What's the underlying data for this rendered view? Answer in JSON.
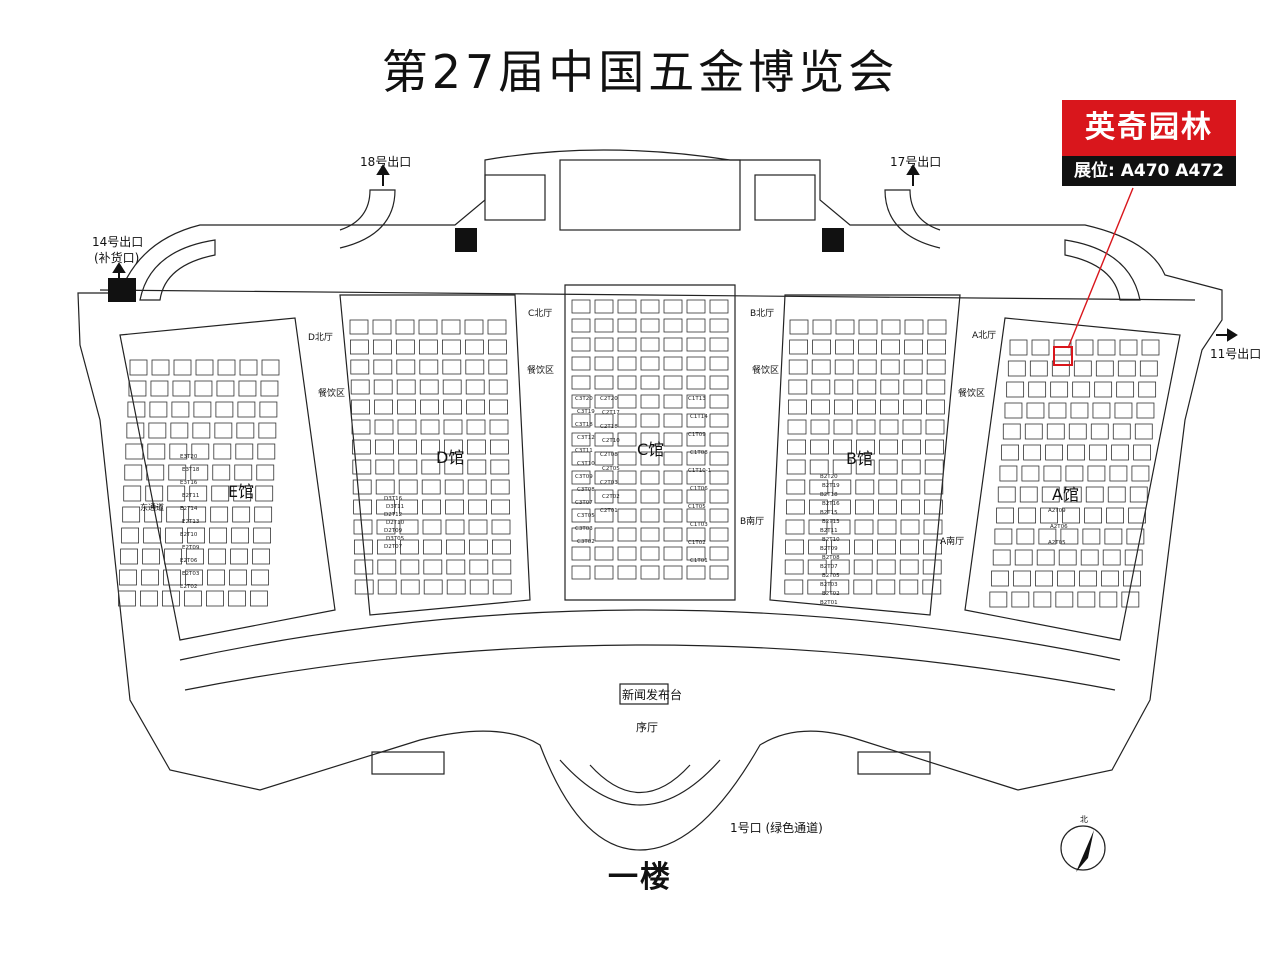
{
  "title": "第27届中国五金博览会",
  "floor": "一楼",
  "exhibitor": {
    "name": "英奇园林",
    "booth": "展位: A470  A472",
    "highlight_color": "#d9161c"
  },
  "exits": {
    "exit18": "18号出口",
    "exit17": "17号出口",
    "exit14_line1": "14号出口",
    "exit14_line2": "(补货口)",
    "exit11": "11号出口",
    "exit1": "1号口 (绿色通道)"
  },
  "halls": {
    "A": "A馆",
    "B": "B馆",
    "C": "C馆",
    "D": "D馆",
    "E": "E馆"
  },
  "areas": {
    "a_north": "A北厅",
    "b_north": "B北厅",
    "c_north": "C北厅",
    "d_north": "D北厅",
    "a_south": "A南厅",
    "b_south": "B南厅",
    "dining": "餐饮区",
    "press": "新闻发布台",
    "lobby": "序厅",
    "passage": "东通道"
  },
  "booths": {
    "c_left": [
      "C3T20",
      "C3T19",
      "C3T18",
      "C3T12",
      "C3T11",
      "C3T10",
      "C3T09",
      "C3T08",
      "C3T07",
      "C3T05",
      "C3T03",
      "C3T02"
    ],
    "c_mid": [
      "C2T20",
      "C2T17",
      "C2T18",
      "C2T10",
      "C2T08",
      "C2T05",
      "C2T03",
      "C2T02",
      "C2T01"
    ],
    "c_right": [
      "C1T13",
      "C1T14",
      "C1T09",
      "C1T08",
      "C1T10-1",
      "C1T06",
      "C1T05",
      "C1T03",
      "C1T02",
      "C1T01"
    ],
    "b": [
      "B2T20",
      "B2T19",
      "B2T18",
      "B2T16",
      "B2T15",
      "B2T13",
      "B2T11",
      "B2T10",
      "B2T09",
      "B2T08",
      "B2T07",
      "B2T05",
      "B2T03",
      "B2T02",
      "B2T01"
    ],
    "d": [
      "D3T16",
      "D3T11",
      "D2T12",
      "D2T10",
      "D2T09",
      "D3T05",
      "D2T07"
    ],
    "e": [
      "E3T20",
      "E3T18",
      "E3T16",
      "E2T11",
      "E2T14",
      "E2T13",
      "E2T10",
      "E2T09",
      "E2T06",
      "E2T03",
      "E2T02"
    ],
    "a": [
      "A2T09",
      "A2T06",
      "A2T05"
    ]
  },
  "compass": "北"
}
